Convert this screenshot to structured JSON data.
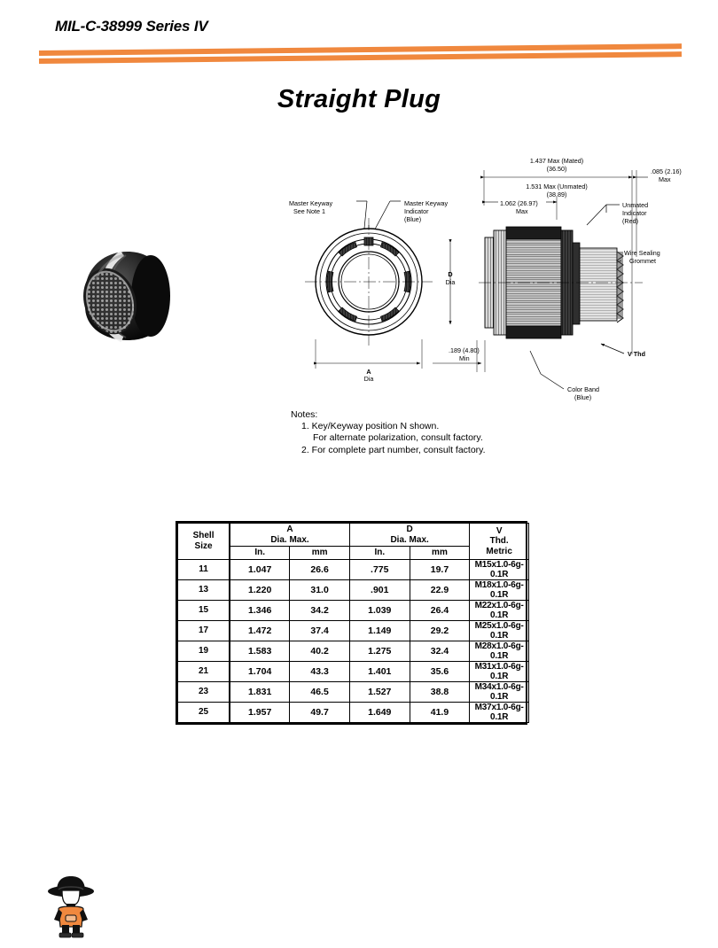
{
  "header": {
    "spec_title": "MIL-C-38999 Series IV",
    "accent_color": "#f0883e"
  },
  "page_title": "Straight Plug",
  "drawing": {
    "front_view": {
      "labels": {
        "master_keyway_l1": "Master Keyway",
        "master_keyway_l2": "See Note 1",
        "keyway_indicator_l1": "Master Keyway",
        "keyway_indicator_l2": "Indicator",
        "keyway_indicator_l3": "(Blue)",
        "a_dim_l1": "A",
        "a_dim_l2": "Dia",
        "d_dim_l1": "D",
        "d_dim_l2": "Dia"
      }
    },
    "side_view": {
      "dimensions": {
        "mated_l1": "1.437 Max (Mated)",
        "mated_l2": "(36.50)",
        "unmated_l1": "1.531 Max (Unmated)",
        "unmated_l2": "(38.89)",
        "front_l1": "1.062 (26.97)",
        "front_l2": "Max",
        "rear_l1": ".085 (2.16)",
        "rear_l2": "Max",
        "min_l1": ".189 (4.80)",
        "min_l2": "Min"
      },
      "labels": {
        "unmated_indicator_l1": "Unmated",
        "unmated_indicator_l2": "Indicator",
        "unmated_indicator_l3": "(Red)",
        "wire_grommet_l1": "Wire Sealing",
        "wire_grommet_l2": "Grommet",
        "v_thd": "V Thd",
        "color_band_l1": "Color Band",
        "color_band_l2": "(Blue)"
      }
    }
  },
  "notes": {
    "heading": "Notes:",
    "items": [
      "1. Key/Keyway position N shown.",
      "For alternate polarization, consult factory.",
      "2. For complete part number, consult factory."
    ]
  },
  "table": {
    "headers": {
      "shell_l1": "Shell",
      "shell_l2": "Size",
      "a_l1": "A",
      "a_l2": "Dia. Max.",
      "d_l1": "D",
      "d_l2": "Dia. Max.",
      "v_l1": "V",
      "v_l2": "Thd.",
      "v_l3": "Metric",
      "unit_in": "In.",
      "unit_mm": "mm"
    },
    "rows": [
      {
        "shell": "11",
        "a_in": "1.047",
        "a_mm": "26.6",
        "d_in": ".775",
        "d_mm": "19.7",
        "thd": "M15x1.0-6g-0.1R"
      },
      {
        "shell": "13",
        "a_in": "1.220",
        "a_mm": "31.0",
        "d_in": ".901",
        "d_mm": "22.9",
        "thd": "M18x1.0-6g-0.1R"
      },
      {
        "shell": "15",
        "a_in": "1.346",
        "a_mm": "34.2",
        "d_in": "1.039",
        "d_mm": "26.4",
        "thd": "M22x1.0-6g-0.1R"
      },
      {
        "shell": "17",
        "a_in": "1.472",
        "a_mm": "37.4",
        "d_in": "1.149",
        "d_mm": "29.2",
        "thd": "M25x1.0-6g-0.1R"
      },
      {
        "shell": "19",
        "a_in": "1.583",
        "a_mm": "40.2",
        "d_in": "1.275",
        "d_mm": "32.4",
        "thd": "M28x1.0-6g-0.1R"
      },
      {
        "shell": "21",
        "a_in": "1.704",
        "a_mm": "43.3",
        "d_in": "1.401",
        "d_mm": "35.6",
        "thd": "M31x1.0-6g-0.1R"
      },
      {
        "shell": "23",
        "a_in": "1.831",
        "a_mm": "46.5",
        "d_in": "1.527",
        "d_mm": "38.8",
        "thd": "M34x1.0-6g-0.1R"
      },
      {
        "shell": "25",
        "a_in": "1.957",
        "a_mm": "49.7",
        "d_in": "1.649",
        "d_mm": "41.9",
        "thd": "M37x1.0-6g-0.1R"
      }
    ]
  }
}
